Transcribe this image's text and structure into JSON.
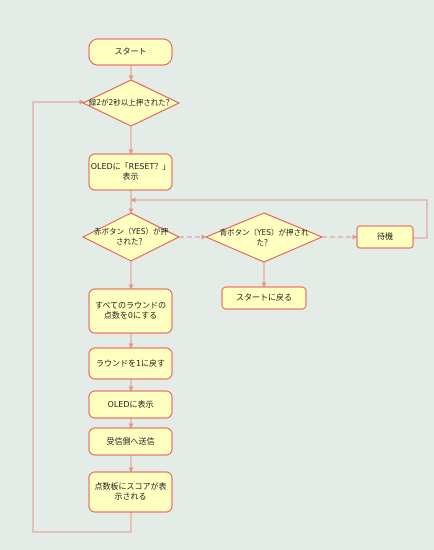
{
  "colors": {
    "background": "#e3ece6",
    "node_fill": "#ffffc0",
    "node_stroke": "#e8564f",
    "edge": "#e3968f"
  },
  "nodes": {
    "start": "スタート",
    "q_hold": "緑2が2秒以上押された？",
    "oled_reset": "OLEDに「RESET？」\n表示",
    "q_red": "赤ボタン（YES）が押\nされた？",
    "q_blue": "青ボタン（YES）が押され\nた？",
    "wait": "待機",
    "back_start": "スタートに戻る",
    "reset_points": "すべてのラウンドの\n点数を0にする",
    "round_one": "ラウンドを1に戻す",
    "oled_show": "OLEDに表示",
    "send": "受信側へ送信",
    "scoreboard": "点数板にスコアが表\n示される"
  }
}
